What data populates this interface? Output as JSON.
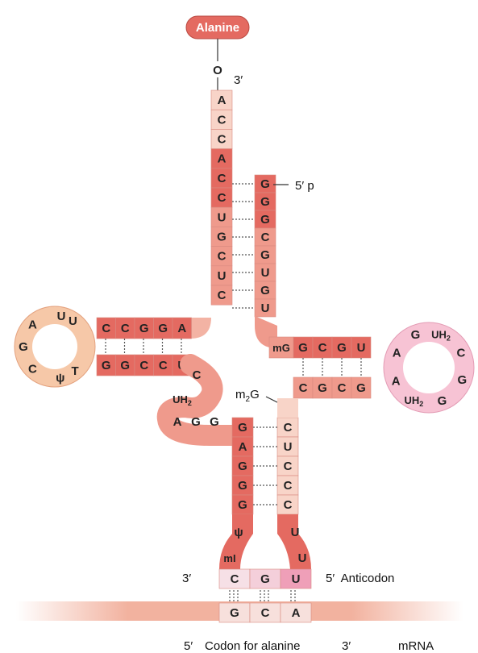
{
  "amino_acid": "Alanine",
  "oxygen": "O",
  "end3_top": "3′",
  "end5_top": "5′ p",
  "acceptor_3prime_strand": [
    "A",
    "C",
    "C",
    "A",
    "C",
    "C",
    "U",
    "G",
    "C",
    "U",
    "C"
  ],
  "acceptor_5prime_strand": [
    "G",
    "G",
    "G",
    "C",
    "G",
    "U",
    "G",
    "U"
  ],
  "d_arm_top": [
    "C",
    "C",
    "G",
    "G",
    "A"
  ],
  "d_arm_bottom": [
    "G",
    "G",
    "C",
    "C",
    "U"
  ],
  "d_loop": [
    "U",
    "U",
    "A",
    "G",
    "C",
    "ψ",
    "T"
  ],
  "t_arm_top": [
    "mG",
    "G",
    "C",
    "G",
    "U"
  ],
  "t_arm_bottom": [
    "C",
    "G",
    "C",
    "G"
  ],
  "t_loop": [
    "A",
    "G",
    "UH2",
    "C",
    "G",
    "G",
    "UH2",
    "A"
  ],
  "m2g_label": "m2G",
  "variable_region": [
    "C",
    "UH2",
    "A",
    "G",
    "G"
  ],
  "anticodon_stem_left": [
    "G",
    "A",
    "G",
    "G",
    "G"
  ],
  "anticodon_stem_right": [
    "C",
    "U",
    "C",
    "C",
    "C"
  ],
  "anticodon_loop_left": [
    "ψ",
    "mI"
  ],
  "anticodon_loop_right": [
    "U",
    "U"
  ],
  "anticodon": [
    "C",
    "G",
    "U"
  ],
  "codon": [
    "G",
    "C",
    "A"
  ],
  "anticodon_left_end": "3′",
  "anticodon_right_label": "5′  Anticodon",
  "mrna_5prime": "5′",
  "codon_label": "Codon for alanine",
  "mrna_3prime": "3′",
  "mrna_label": "mRNA",
  "colors": {
    "stem_dark": "#e46a61",
    "stem_mid": "#ef9a8c",
    "stem_light": "#f8d4c8",
    "loop_orange": "#f6c8a8",
    "loop_pink": "#f7c3d4",
    "alanine_fill": "#e46a61"
  }
}
